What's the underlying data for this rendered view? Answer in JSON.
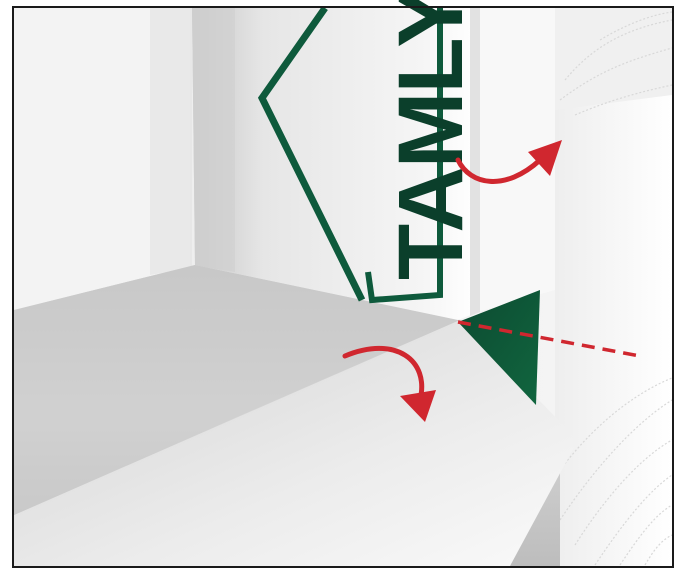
{
  "illustration": {
    "brand_text": "TAMLY",
    "colors": {
      "frame": "#1a1a1a",
      "brand_green": "#0e5a3c",
      "brand_green_dark": "#0b3f2b",
      "arrow_red": "#d0272f",
      "paper_light": "#f4f4f4",
      "paper_shadow": "#bdbdbd",
      "wood_line": "#d9d9d9"
    },
    "icons": [
      "curved-arrow-up-right",
      "curved-arrow-down",
      "dashed-fold-line"
    ]
  }
}
